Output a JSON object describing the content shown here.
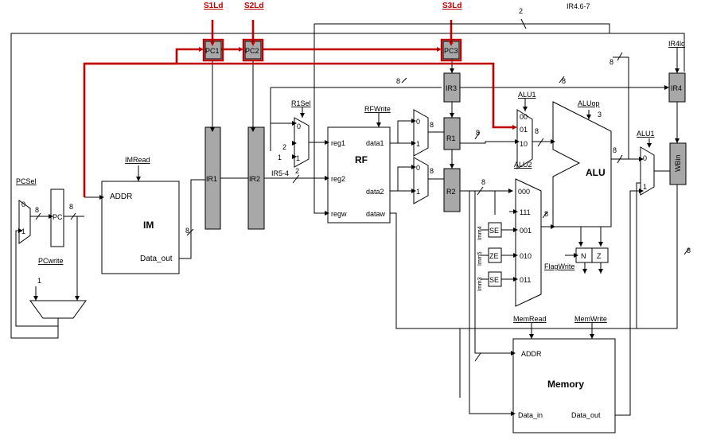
{
  "colors": {
    "pipeline_highlight": "#c00000",
    "register_fill": "#a8a8a8",
    "wire": "#000000"
  },
  "control": {
    "s1ld": "S1Ld",
    "s2ld": "S2Ld",
    "s3ld": "S3Ld",
    "pcsel": "PCSel",
    "pcwrite": "PCwrite",
    "imread": "IMRead",
    "r1sel": "R1Sel",
    "rfwrite": "RFWrite",
    "alu1": "ALU1",
    "alu2": "ALU2",
    "aluop": "ALUop",
    "alu1_out": "ALU1",
    "ir4ld": "IR4ld",
    "flagwrite": "FlagWrite",
    "memread": "MemRead",
    "memwrite": "MemWrite"
  },
  "registers": {
    "pc1": "PC1",
    "pc2": "PC2",
    "pc3": "PC3",
    "ir1": "IR1",
    "ir2": "IR2",
    "ir3": "IR3",
    "ir4": "IR4",
    "r1": "R1",
    "r2": "R2",
    "wbin": "WBin",
    "pc": "PC"
  },
  "im": {
    "title": "IM",
    "addr": "ADDR",
    "data_out": "Data_out"
  },
  "rf": {
    "title": "RF",
    "reg1": "reg1",
    "reg2": "reg2",
    "regw": "regw",
    "data1": "data1",
    "data2": "data2",
    "dataw": "dataw"
  },
  "alu": {
    "title": "ALU"
  },
  "memory": {
    "title": "Memory",
    "addr": "ADDR",
    "data_in": "Data_in",
    "data_out": "Data_out"
  },
  "flags": {
    "n": "N",
    "z": "Z"
  },
  "extend": {
    "se1": "SE",
    "ze": "ZE",
    "se2": "SE",
    "imm4": "Imm4",
    "imm5": "Imm5",
    "imm3": "Imm3"
  },
  "mux_inputs": {
    "pcsel": [
      "0",
      "1"
    ],
    "r1sel": [
      "0",
      "1"
    ],
    "r1sel_consts": [
      "2",
      "1"
    ],
    "r1mux": [
      "0",
      "1"
    ],
    "r2mux": [
      "0",
      "1"
    ],
    "alu1": [
      "00",
      "01",
      "10"
    ],
    "alu2": [
      "000",
      "111",
      "001",
      "010",
      "011"
    ],
    "alu1_out": [
      "0",
      "1"
    ]
  },
  "widths": {
    "top_bus": "2",
    "top_ir": "IR4.6-7",
    "bus8": "8",
    "pc_out": "8",
    "ir5_4": "IR5-4",
    "ir5_4_w": "2",
    "aluop_w": "3",
    "adder_const": "1"
  }
}
